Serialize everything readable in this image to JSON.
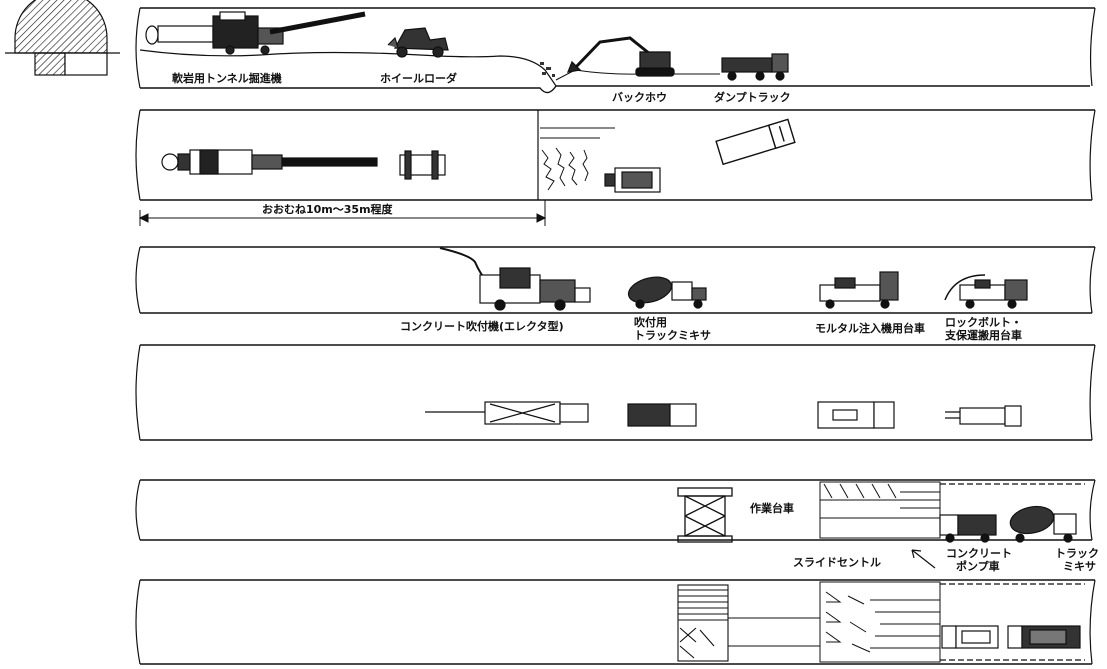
{
  "labels": {
    "tunnel_boring_machine": "軟岩用トンネル掘進機",
    "wheel_loader": "ホイールローダ",
    "backhoe": "バックホウ",
    "dump_truck": "ダンプトラック",
    "span_length": "おおむね10m～35m程度",
    "shotcrete_machine": "コンクリート吹付機(エレクタ型)",
    "shotcrete_mixer_line1": "吹付用",
    "shotcrete_mixer_line2": "トラックミキサ",
    "mortar_cart": "モルタル注入機用台車",
    "rockbolt_cart_line1": "ロックボルト・",
    "rockbolt_cart_line2": "支保運搬用台車",
    "work_platform": "作業台車",
    "slide_central": "スライドセントル",
    "pump_truck_line1": "コンクリート",
    "pump_truck_line2": "ポンプ車",
    "truck_mixer_line1": "トラック",
    "truck_mixer_line2": "ミキサ"
  }
}
